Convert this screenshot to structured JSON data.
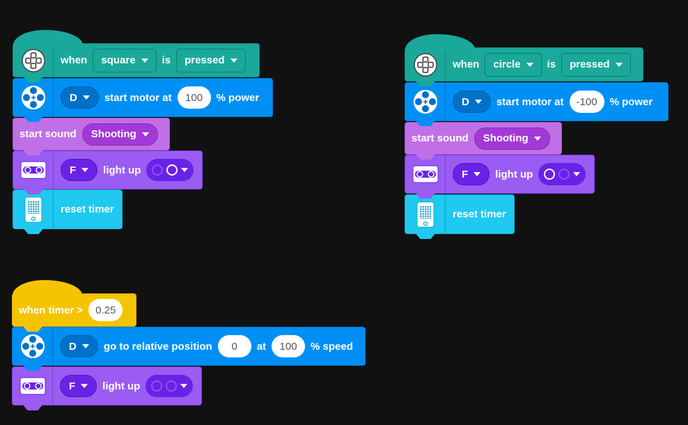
{
  "stacks": [
    {
      "hat": {
        "when": "when",
        "button": "square",
        "is": "is",
        "state": "pressed"
      },
      "motor": {
        "port": "D",
        "text": "start motor at",
        "value": "100",
        "unit": "% power"
      },
      "sound": {
        "text": "start sound",
        "sound": "Shooting"
      },
      "light": {
        "port": "F",
        "text": "light up",
        "eyes": [
          "off",
          "on"
        ]
      },
      "timer": {
        "text": "reset timer"
      }
    },
    {
      "hat": {
        "when": "when",
        "button": "circle",
        "is": "is",
        "state": "pressed"
      },
      "motor": {
        "port": "D",
        "text": "start motor at",
        "value": "-100",
        "unit": "% power"
      },
      "sound": {
        "text": "start sound",
        "sound": "Shooting"
      },
      "light": {
        "port": "F",
        "text": "light up",
        "eyes": [
          "on",
          "off"
        ]
      },
      "timer": {
        "text": "reset timer"
      }
    },
    {
      "hat": {
        "text": "when timer >",
        "value": "0.25"
      },
      "motor": {
        "port": "D",
        "text": "go to relative position",
        "position": "0",
        "at": "at",
        "value": "100",
        "unit": "% speed"
      },
      "light": {
        "port": "F",
        "text": "light up",
        "eyes": [
          "off",
          "off"
        ]
      }
    }
  ],
  "colors": {
    "background": "#111111",
    "events": "#1aa89a",
    "motor": "#0090f5",
    "sound": "#c070e6",
    "light": "#9a5cf2",
    "hub": "#1fc9ef",
    "timer_event": "#f5c400"
  }
}
